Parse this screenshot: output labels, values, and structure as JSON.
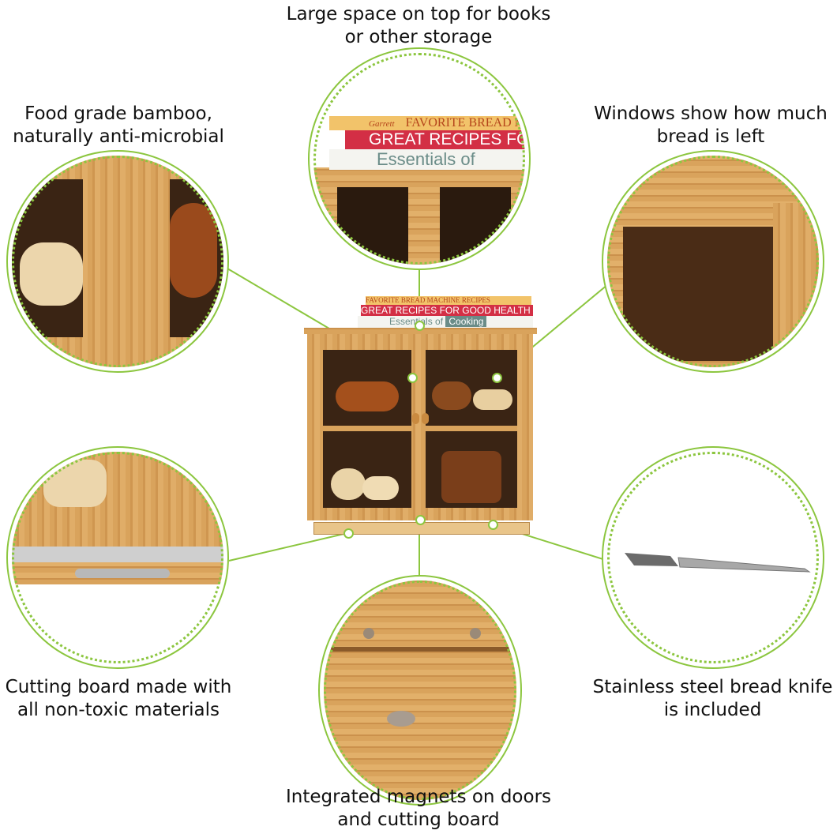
{
  "captions": {
    "top": "Large space on top for books\nor other storage",
    "top_left": "Food grade bamboo,\nnaturally anti-microbial",
    "top_right": "Windows show how much\nbread is left",
    "bottom_left": "Cutting board made with\nall non-toxic materials",
    "bottom_right": "Stainless steel bread knife\nis included",
    "bottom": "Integrated magnets on doors\nand cutting board"
  },
  "books": {
    "author": "Garrett",
    "book1": "FAVORITE BREAD MACHINE RECIPES",
    "book2": "GREAT RECIPES FOR GOOD HEALTH",
    "book3a": "Essentials of",
    "book3b": "Cooking"
  },
  "colors": {
    "accent": "#8cc63f",
    "wood": "#d9a35c"
  }
}
